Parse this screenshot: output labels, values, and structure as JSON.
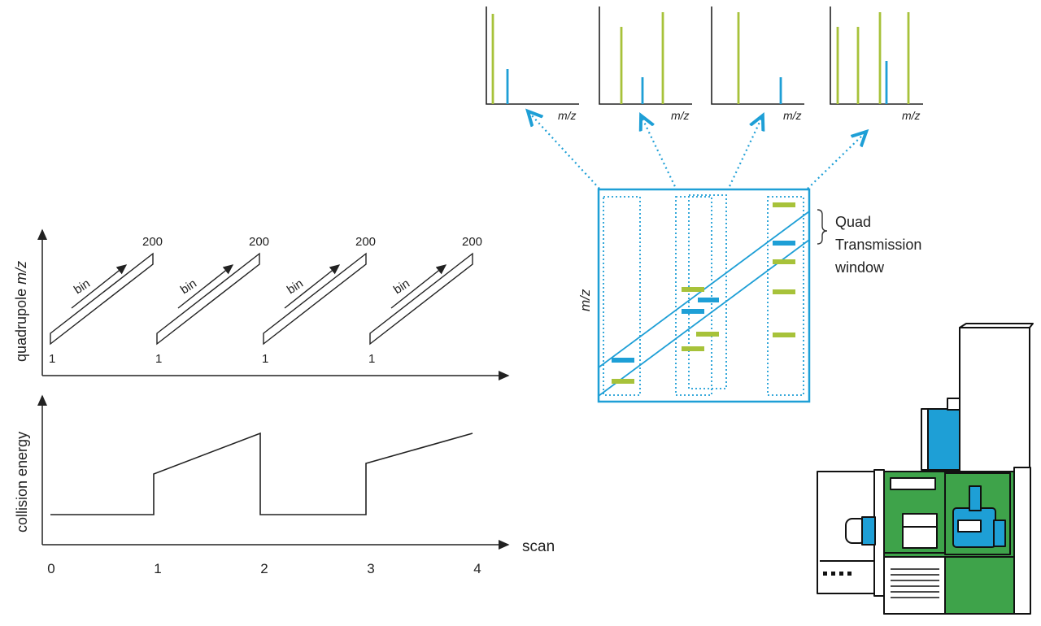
{
  "colors": {
    "blue": "#1e9fd6",
    "green": "#a7c23a",
    "dark_blue": "#1f7ec2",
    "instrument_green": "#3ea34a",
    "axis": "#222222"
  },
  "left_top": {
    "ylabel_prefix": "quadrupole ",
    "ylabel_italic": "m/z",
    "bin_label": "bin",
    "start_label": "1",
    "end_label": "200",
    "ramps": 4
  },
  "left_bottom": {
    "ylabel": "collision energy",
    "xlabel": "scan",
    "ticks": [
      "0",
      "1",
      "2",
      "3",
      "4"
    ]
  },
  "right": {
    "mz_label": "m/z",
    "window_label_lines": [
      "Quad",
      "Transmission",
      "window"
    ],
    "spectra_count": 4
  },
  "icons": [
    "arrow-icon",
    "lc-ms-instrument-icon"
  ]
}
